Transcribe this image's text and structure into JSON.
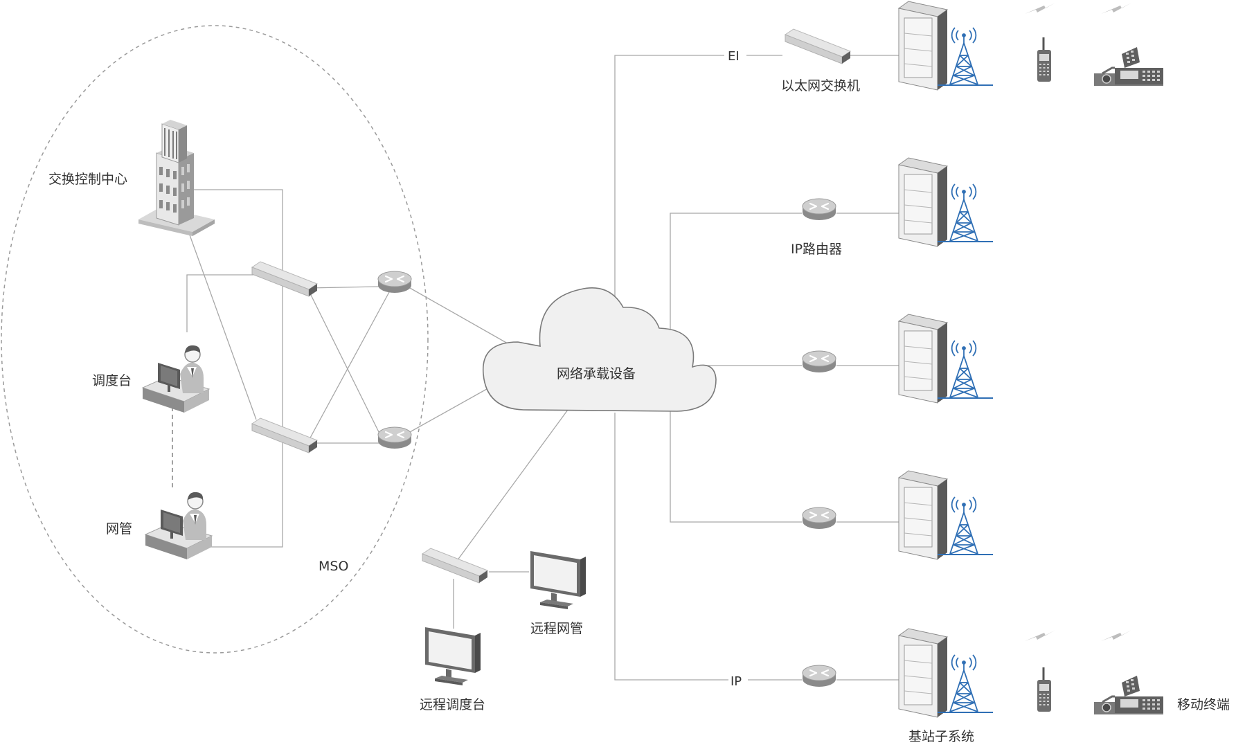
{
  "labels": {
    "switch_center": "交换控制中心",
    "dispatch": "调度台",
    "netmgmt": "网管",
    "mso": "MSO",
    "cloud": "网络承载设备",
    "remote_netmgmt": "远程网管",
    "remote_dispatch": "远程调度台",
    "link_e1": "EI",
    "link_ip": "IP",
    "eth_switch": "以太网交换机",
    "ip_router": "IP路由器",
    "base_station_subsystem": "基站子系统",
    "mobile_terminal": "移动终端"
  },
  "colors": {
    "line": "#a8a8a8",
    "dashed": "#9a9a9a",
    "tower": "#2f6fb5",
    "device": "#c9c9c9",
    "text": "#333333"
  },
  "icons": [
    "building-icon",
    "operator-icon",
    "switch-icon",
    "router-icon",
    "cloud-icon",
    "monitor-icon",
    "rack-icon",
    "tower-icon",
    "handheld-radio-icon",
    "vehicle-radio-icon",
    "radio-wave-icon"
  ]
}
